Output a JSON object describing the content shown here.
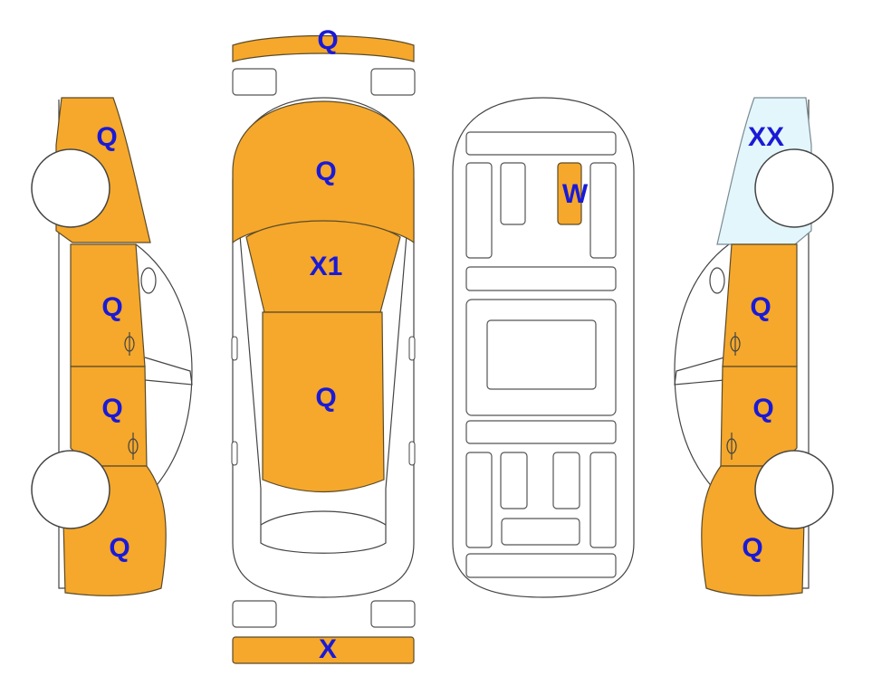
{
  "colors": {
    "damaged": "#f5a82b",
    "replaced": "#e3f6fb",
    "label": "#1a1ad6",
    "line": "#444444"
  },
  "views": {
    "left_side": {
      "front_fender": "Q",
      "front_door": "Q",
      "rear_door": "Q",
      "rear_quarter": "Q"
    },
    "top": {
      "front_bumper": "Q",
      "hood": "Q",
      "windshield": "X1",
      "roof": "Q",
      "rear_bumper": "X"
    },
    "underbody": {
      "floor_panel": "W"
    },
    "right_side": {
      "front_fender": "XX",
      "front_door": "Q",
      "rear_door": "Q",
      "rear_quarter": "Q"
    }
  }
}
